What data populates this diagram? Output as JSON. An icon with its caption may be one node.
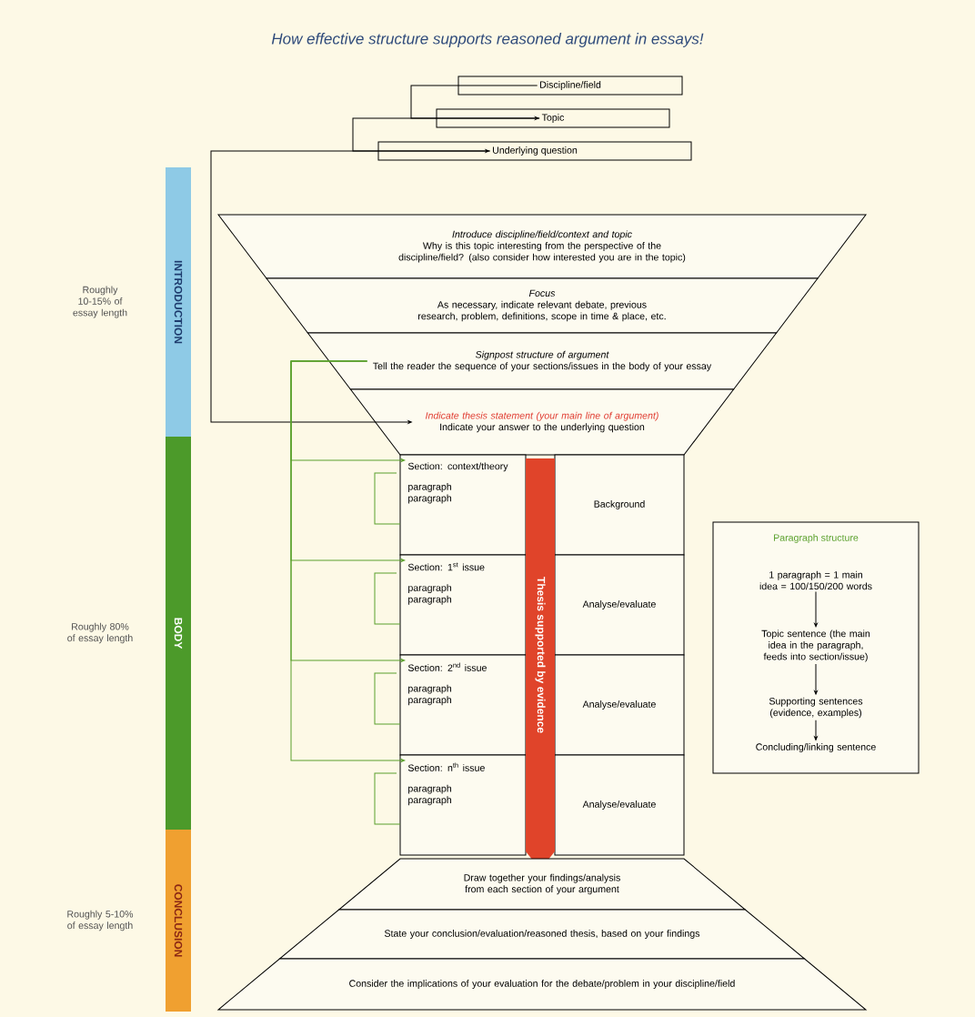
{
  "diagram": {
    "title": "How effective structure supports reasoned argument in essays!",
    "nodes": [
      {
        "text": [
          "Discipline/field"
        ]
      },
      {
        "text": [
          "Topic"
        ]
      },
      {
        "text": [
          "Underlying question"
        ]
      },
      {
        "text": [
          "Introduce discipline/field/context and topic",
          "Why is this topic interesting from the perspective of the discipline/field? (also consider how interested you are in the topic)"
        ]
      },
      {
        "text": [
          "Focus",
          "As necessary, indicate relevant debate, previous research, problem, definitions, scope in time & place, etc."
        ]
      },
      {
        "text": [
          "Signpost structure of argument",
          "Tell the reader the sequence of your sections/issues in the body of your essay"
        ]
      },
      {
        "text": [
          "Indicate thesis statement (your main line of argument)",
          "Indicate your answer to the underlying question"
        ]
      },
      {
        "text": [
          "Section: context/theory",
          "paragraph",
          "paragraph"
        ]
      },
      {
        "text": [
          "Background"
        ]
      },
      {
        "text": [
          "Section: 1$^{st}$ issue",
          "paragraph",
          "paragraph"
        ]
      },
      {
        "text": [
          "Analyse/evaluate"
        ]
      },
      {
        "text": [
          "Section: 2$^{nd}$ issue",
          "paragraph",
          "paragraph"
        ]
      },
      {
        "text": [
          "Analyse/evaluate"
        ]
      },
      {
        "text": [
          "Section: n$^{th}$ issue",
          "paragraph",
          "paragraph"
        ]
      },
      {
        "text": [
          "Analyse/evaluate"
        ]
      },
      {
        "text": [
          "Thesis supported by evidence"
        ]
      },
      {
        "text": [
          "Draw together your findings/analysis from each section of your argument"
        ]
      },
      {
        "text": [
          "State your conclusion/evaluation/reasoned thesis, based on your findings"
        ]
      },
      {
        "text": [
          "Consider the implications of your evaluation for the debate/problem in your discipline/field"
        ]
      },
      {
        "text": [
          "Paragraph structure"
        ]
      },
      {
        "text": [
          "1 paragraph = 1 main idea = 100/150/200 words"
        ],
        "in": 19
      },
      {
        "text": [
          "Topic sentence (the main idea in the paragraph, feeds into section/issue)"
        ],
        "in": 19
      },
      {
        "text": [
          "Supporting sentences (evidence, examples)"
        ],
        "in": 19
      },
      {
        "text": [
          "Concluding/linking sentence"
        ],
        "in": 19
      },
      {
        "text": [
          "INTRODUCTION"
        ],
        "beside": [
          "Roughly 10-15% of essay length"
        ]
      },
      {
        "text": [
          "BODY"
        ],
        "beside": [
          "Roughly 80% of essay length"
        ]
      },
      {
        "text": [
          "CONCLUSION"
        ],
        "beside": [
          "Roughly 5-10% of essay length"
        ]
      }
    ],
    "edges": [
      {
        "from": 0,
        "to": 1,
        "arrow": "to"
      },
      {
        "from": 1,
        "to": 2,
        "arrow": "to"
      },
      {
        "from": 2,
        "to": 6,
        "arrow": "to"
      },
      {
        "from": 5,
        "to": 7,
        "arrow": "to",
        "color": "#5aa02c"
      },
      {
        "from": 5,
        "to": 9,
        "arrow": "to",
        "color": "#5aa02c"
      },
      {
        "from": 5,
        "to": 11,
        "arrow": "to",
        "color": "#5aa02c"
      },
      {
        "from": 5,
        "to": 13,
        "arrow": "to",
        "color": "#5aa02c"
      },
      {
        "from": 20,
        "to": 21,
        "arrow": "to"
      },
      {
        "from": 21,
        "to": 22,
        "arrow": "to"
      },
      {
        "from": 22,
        "to": 23,
        "arrow": "to"
      }
    ]
  }
}
